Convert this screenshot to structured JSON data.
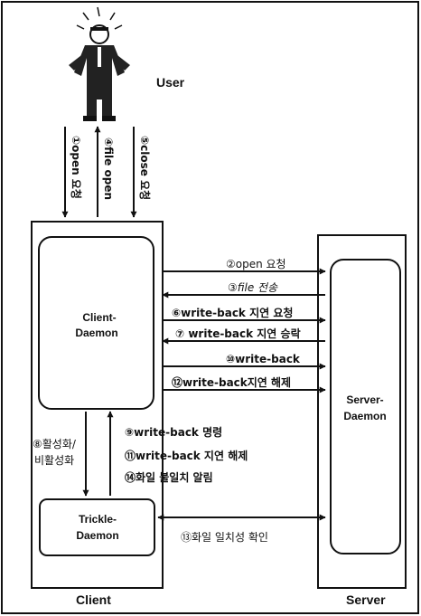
{
  "labels": {
    "user": "User",
    "client": "Client",
    "server": "Server",
    "client_daemon": [
      "Client-",
      "Daemon"
    ],
    "server_daemon": [
      "Server-",
      "Daemon"
    ],
    "trickle_daemon": [
      "Trickle-",
      "Daemon"
    ]
  },
  "user_flows": {
    "open": "①open 요청",
    "file_open": "④file open",
    "close": "⑤close 요청"
  },
  "server_flows": [
    "②open 요청",
    "③file 전송",
    "⑥write-back 지연 요청",
    "⑦ write-back 지연 승락",
    "⑩write-back",
    "⑫write-back지연 해제"
  ],
  "trickle_flows": {
    "activate": [
      "⑧활성화/",
      "비활성화"
    ],
    "messages": [
      "⑨write-back 명령",
      "⑪write-back 지연 해제",
      "⑭화일 불일치 알림"
    ],
    "consistency": "⑬화일 일치성 확인"
  }
}
